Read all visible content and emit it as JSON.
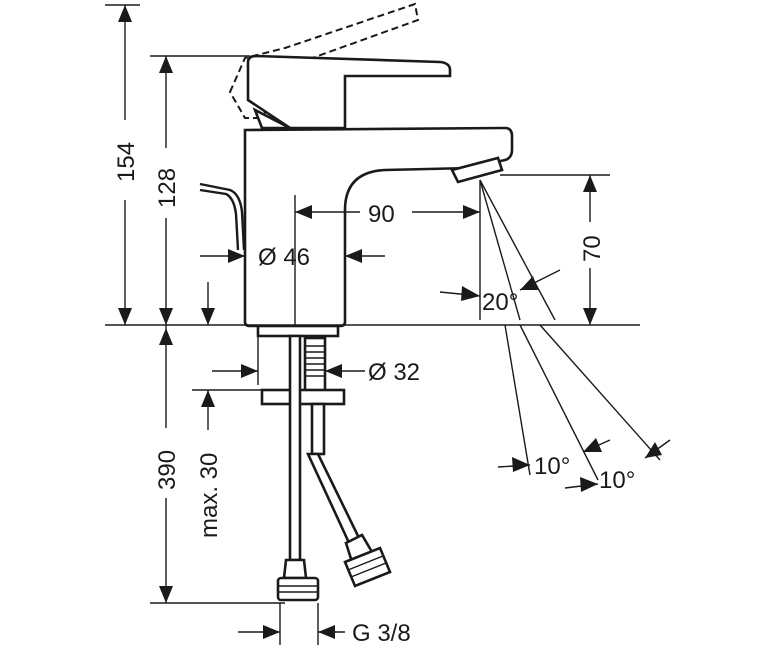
{
  "dimensions": {
    "total_height": "154",
    "handle_height": "128",
    "spout_projection": "90",
    "body_diameter": "Ø 46",
    "spout_height": "70",
    "spray_angle": "20°",
    "mount_diameter": "Ø 32",
    "hose_length": "390",
    "max_deck_thickness": "max. 30",
    "angle_left": "10°",
    "angle_right": "10°",
    "connection_thread": "G 3/8"
  },
  "colors": {
    "line": "#1a1a1a",
    "background": "#ffffff"
  }
}
